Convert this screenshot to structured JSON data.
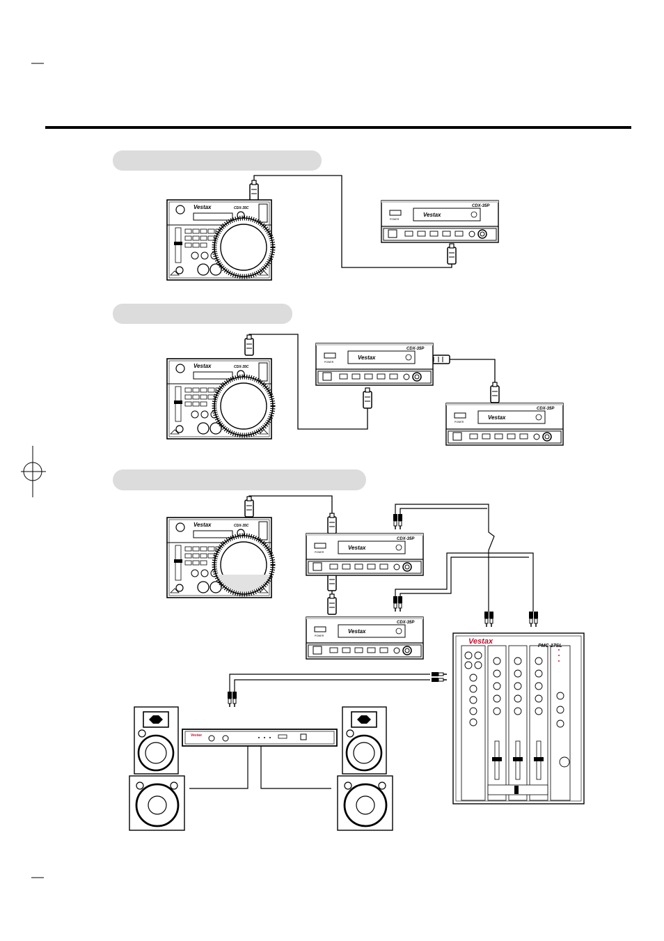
{
  "brand": "Vestax",
  "controller_model": "CDX-35C",
  "player_model": "CDX-35P",
  "mixer_model": "PMC-17SL",
  "power_label": "POWER",
  "colors": {
    "line": "#000000",
    "panel_band": "#dcdcdc",
    "brand_red": "#c8102e",
    "page": "#ffffff"
  },
  "sections": [
    {
      "id": "setup-1",
      "label": ""
    },
    {
      "id": "setup-2",
      "label": ""
    },
    {
      "id": "setup-3",
      "label": ""
    }
  ],
  "icons": [
    "vestax-logo-icon",
    "compact-disc-logo-icon",
    "remote-connector-icon",
    "rca-plug-icon",
    "jog-wheel-icon"
  ]
}
